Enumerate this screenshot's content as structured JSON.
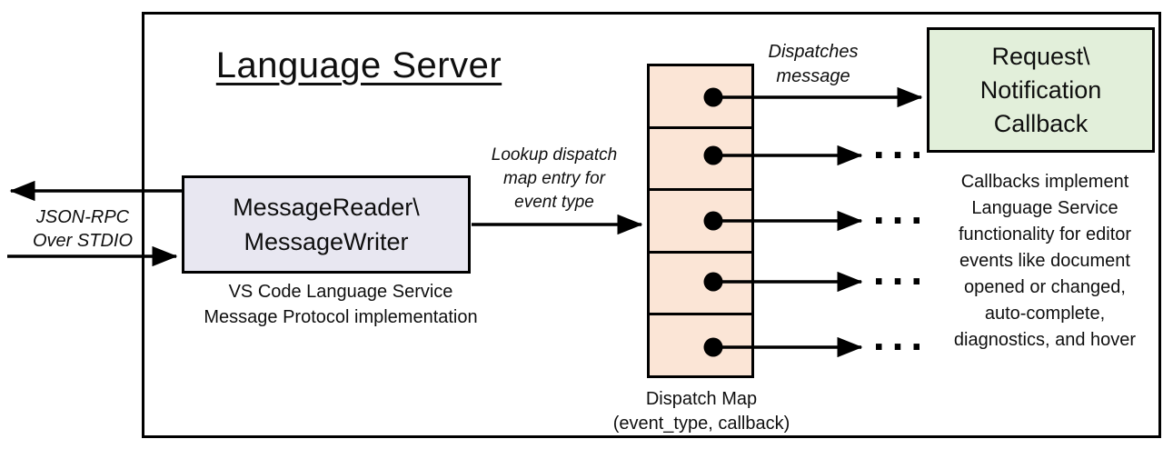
{
  "title": "Language Server",
  "labels": {
    "json_rpc": "JSON-RPC\nOver STDIO",
    "lookup_dispatch": "Lookup dispatch\nmap entry for\nevent type",
    "dispatches_message": "Dispatches\nmessage",
    "ellipsis": "..."
  },
  "nodes": {
    "message_reader": {
      "label": "MessageReader\\\nMessageWriter",
      "caption": "VS Code Language Service\nMessage Protocol implementation",
      "fill": "#e8e7f1"
    },
    "dispatch_map": {
      "caption": "Dispatch Map\n(event_type, callback)",
      "cell_count": 5,
      "fill": "#fbe5d6"
    },
    "callback": {
      "label": "Request\\\nNotification\nCallback",
      "note": "Callbacks implement\nLanguage Service\nfunctionality for editor\nevents like document\nopened or changed,\nauto-complete,\ndiagnostics, and hover",
      "fill": "#e2efda"
    }
  },
  "colors": {
    "line": "#000000",
    "border": "#000000",
    "background": "#ffffff"
  }
}
